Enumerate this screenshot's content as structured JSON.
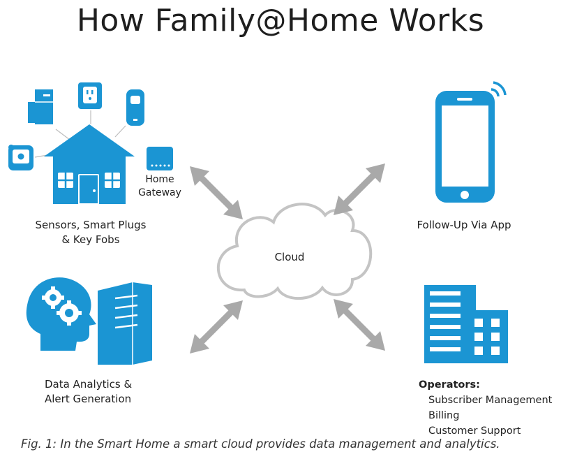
{
  "title": "How Family@Home Works",
  "nodes": {
    "home_label_line1": "Sensors, Smart Plugs",
    "home_label_line2": "& Key Fobs",
    "gateway_line1": "Home",
    "gateway_line2": "Gateway",
    "app_label": "Follow-Up Via App",
    "cloud_label": "Cloud",
    "analytics_line1": "Data Analytics &",
    "analytics_line2": "Alert Generation",
    "operators_heading": "Operators:",
    "operators_items": [
      "Subscriber Management",
      "Billing",
      "Customer Support"
    ]
  },
  "caption": "Fig. 1: In the Smart Home a smart cloud provides data management and analytics.",
  "colors": {
    "icon_blue": "#1b95d3",
    "arrow_gray": "#a9a9a9",
    "cloud_stroke": "#c4c4c4",
    "text": "#222222"
  },
  "icons": [
    "house-icon",
    "fridge-sensor-icon",
    "smart-plug-icon",
    "key-fob-icon",
    "camera-sensor-icon",
    "home-gateway-icon",
    "smartphone-icon",
    "cloud-icon",
    "analytics-head-icon",
    "server-icon",
    "office-building-icon"
  ]
}
